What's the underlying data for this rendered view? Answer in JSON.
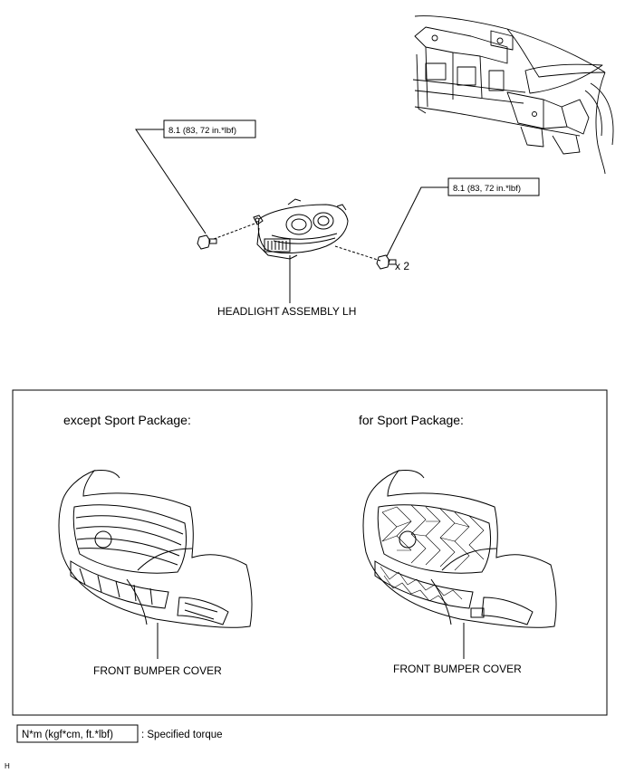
{
  "torque_callouts": {
    "upper_left": "8.1 (83, 72 in.*lbf)",
    "right": "8.1 (83, 72 in.*lbf)"
  },
  "quantity_label": "x 2",
  "headlight_label": "HEADLIGHT ASSEMBLY LH",
  "variants": {
    "left_heading": "except Sport Package:",
    "right_heading": "for Sport Package:",
    "left_part_label": "FRONT BUMPER COVER",
    "right_part_label": "FRONT BUMPER COVER"
  },
  "legend": {
    "unit_box": "N*m (kgf*cm, ft.*lbf)",
    "description": ": Specified torque"
  },
  "figure_code": "H"
}
